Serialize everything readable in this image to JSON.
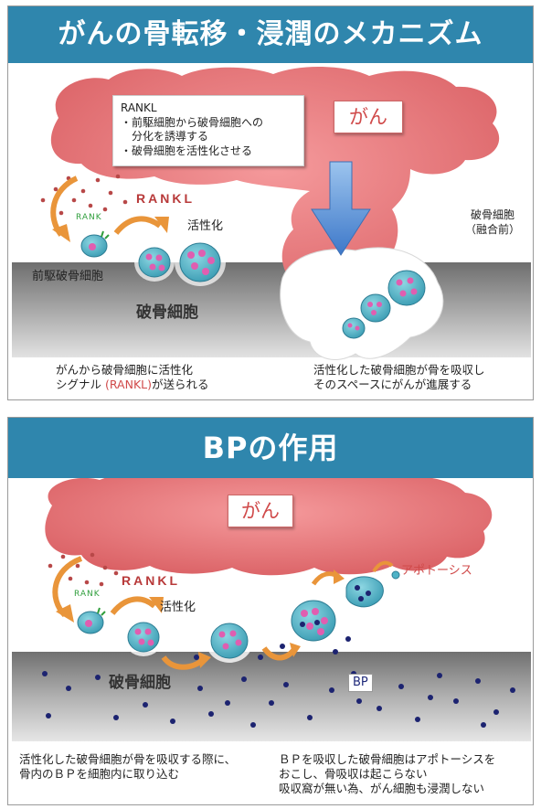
{
  "panel1": {
    "title": "がんの骨転移・浸潤のメカニズム",
    "cancer_label": "がん",
    "callout": {
      "heading": "RANKL",
      "line1": "・前駆細胞から破骨細胞への",
      "line2": "分化を誘導する",
      "line3": "・破骨細胞を活性化させる"
    },
    "rankl_label": "RANKL",
    "rank_label": "RANK",
    "activation_label": "活性化",
    "precursor_label": "前駆破骨細胞",
    "osteoclast_label": "破骨細胞",
    "osteoclast_before_fusion_line1": "破骨細胞",
    "osteoclast_before_fusion_line2": "（融合前）",
    "caption_left_line1": "がんから破骨細胞に活性化",
    "caption_left_line2a": "シグナル ",
    "caption_left_line2b": "(RANKL)",
    "caption_left_line2c": "が送られる",
    "caption_right_line1": "活性化した破骨細胞が骨を吸収し",
    "caption_right_line2": "そのスペースにがんが進展する"
  },
  "panel2": {
    "title": "BPの作用",
    "cancer_label": "がん",
    "rankl_label": "RANKL",
    "rank_label": "RANK",
    "activation_label": "活性化",
    "apoptosis_label": "アポトーシス",
    "osteoclast_label": "破骨細胞",
    "bp_label": "BP",
    "caption_left_line1": "活性化した破骨細胞が骨を吸収する際に、",
    "caption_left_line2": "骨内のＢＰを細胞内に取り込む",
    "caption_right_line1": "ＢＰを吸収した破骨細胞はアポトーシスを",
    "caption_right_line2": "おこし、骨吸収は起こらない",
    "caption_right_line3": "吸収窩が無い為、がん細胞も浸潤しない"
  },
  "colors": {
    "header": "#2f86ad",
    "cancer": "#e46f72",
    "cell": "#4fb3c7",
    "nucleus": "#e05eb0",
    "bp_dot": "#1c2370",
    "arrow_orange": "#e9953a",
    "rankl_red": "#b83a3a"
  }
}
